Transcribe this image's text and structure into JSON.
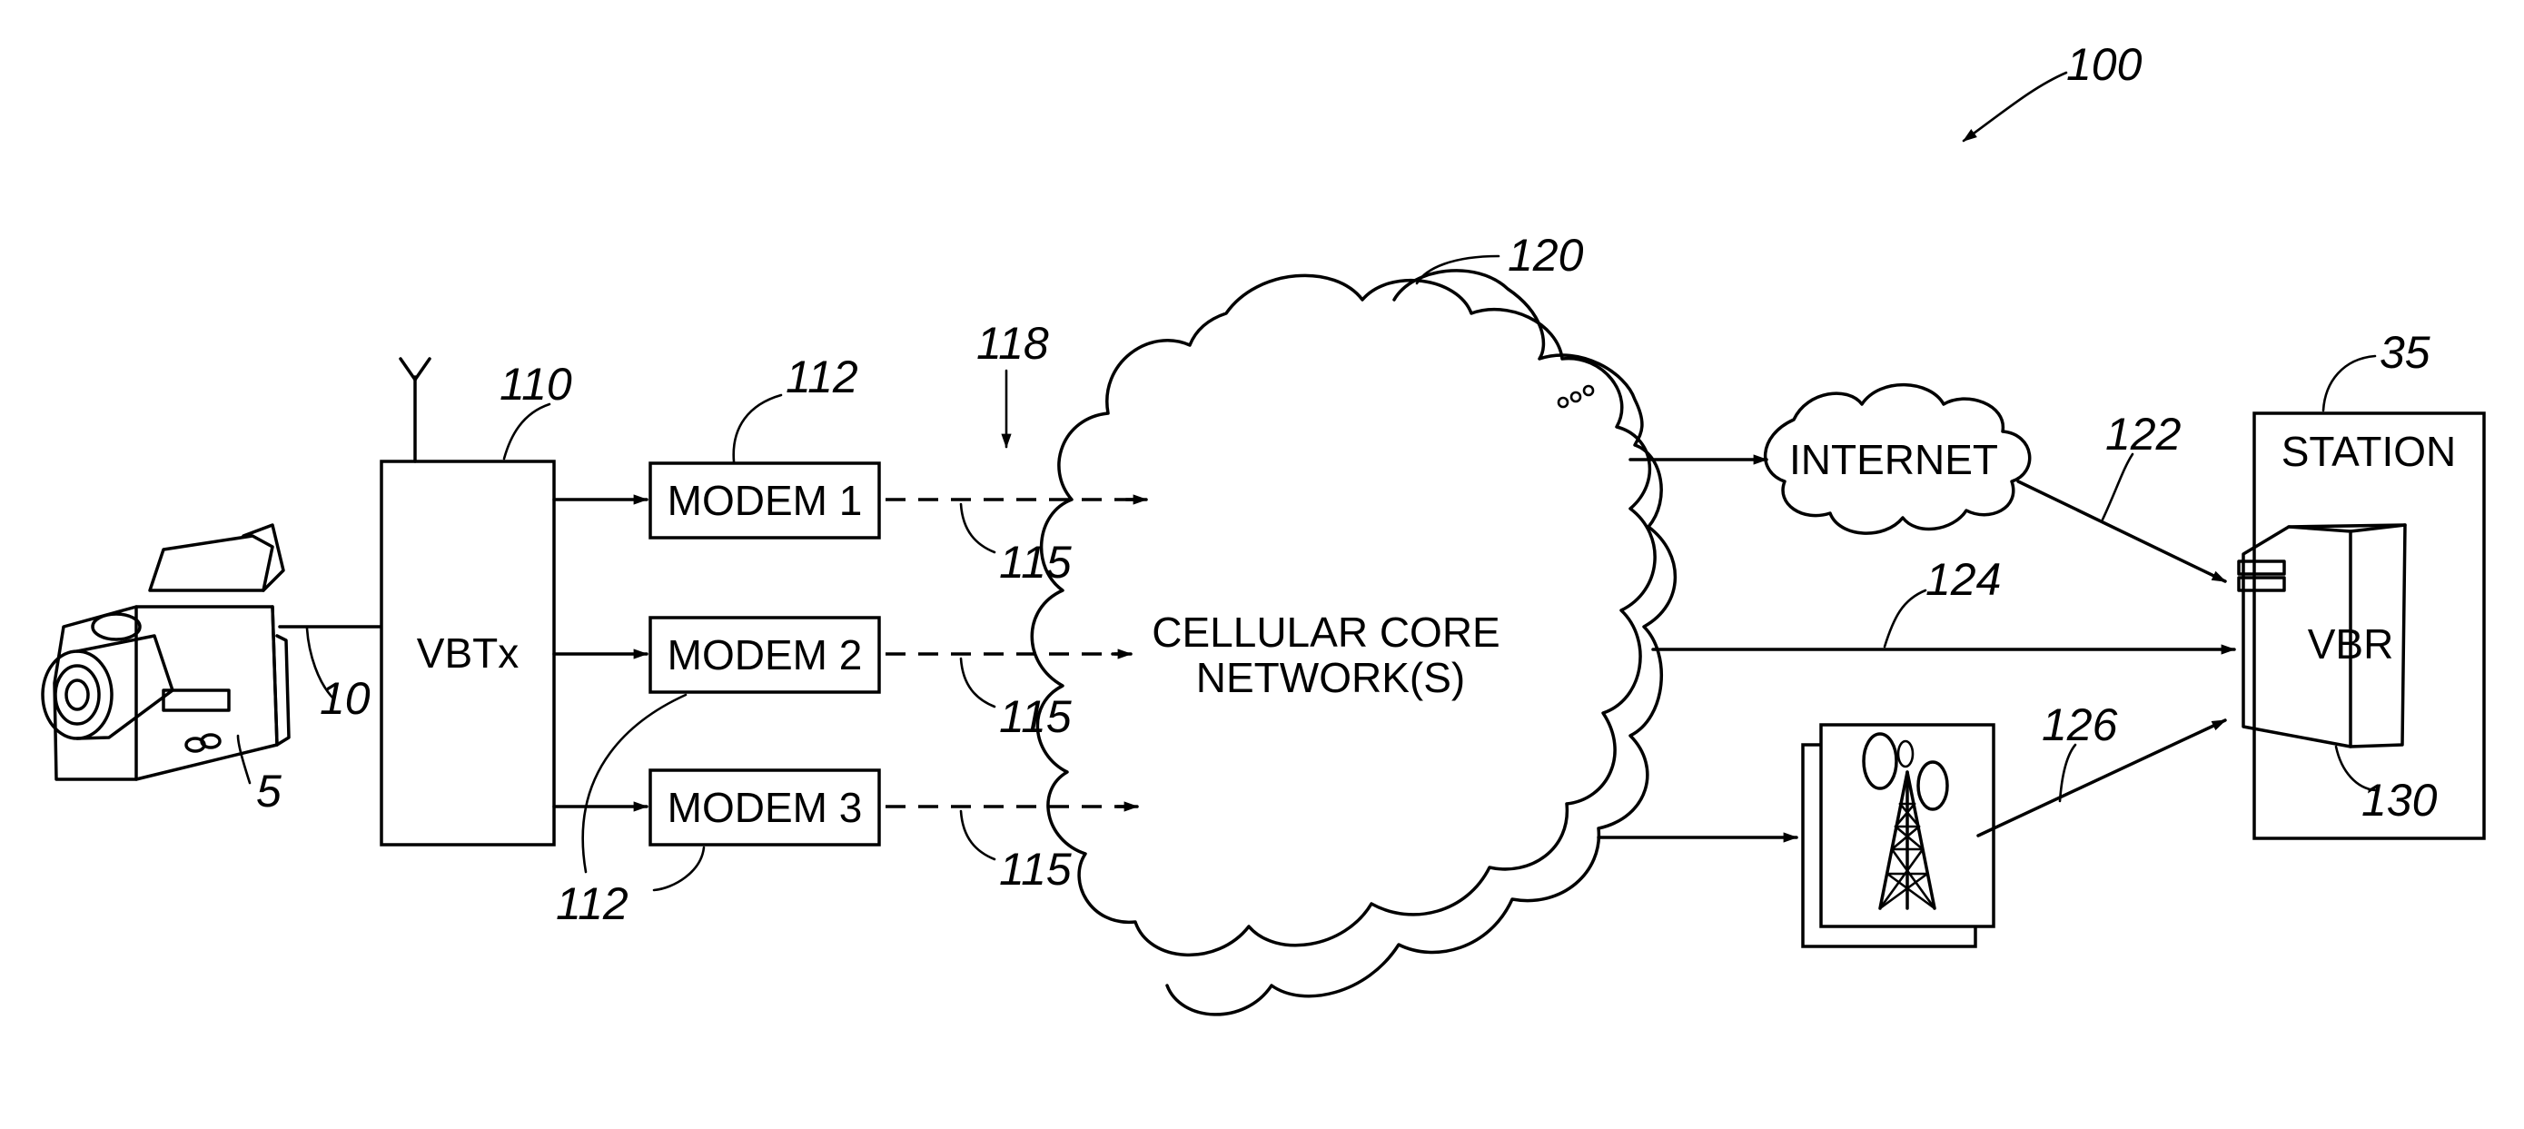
{
  "labels": {
    "vbtx": "VBTx",
    "modem1": "MODEM 1",
    "modem2": "MODEM 2",
    "modem3": "MODEM 3",
    "network_line1": "CELLULAR CORE",
    "network_line2": "NETWORK(S)",
    "internet": "INTERNET",
    "station": "STATION",
    "vbr": "VBR"
  },
  "refs": {
    "system": "100",
    "camera": "5",
    "cable": "10",
    "station": "35",
    "vbtx": "110",
    "modem_top": "112",
    "modem_bottom": "112",
    "link1": "115",
    "link2": "115",
    "link3": "115",
    "links_group": "118",
    "network": "120",
    "internet_link": "122",
    "direct_link": "124",
    "satellite_link": "126",
    "vbr": "130"
  }
}
